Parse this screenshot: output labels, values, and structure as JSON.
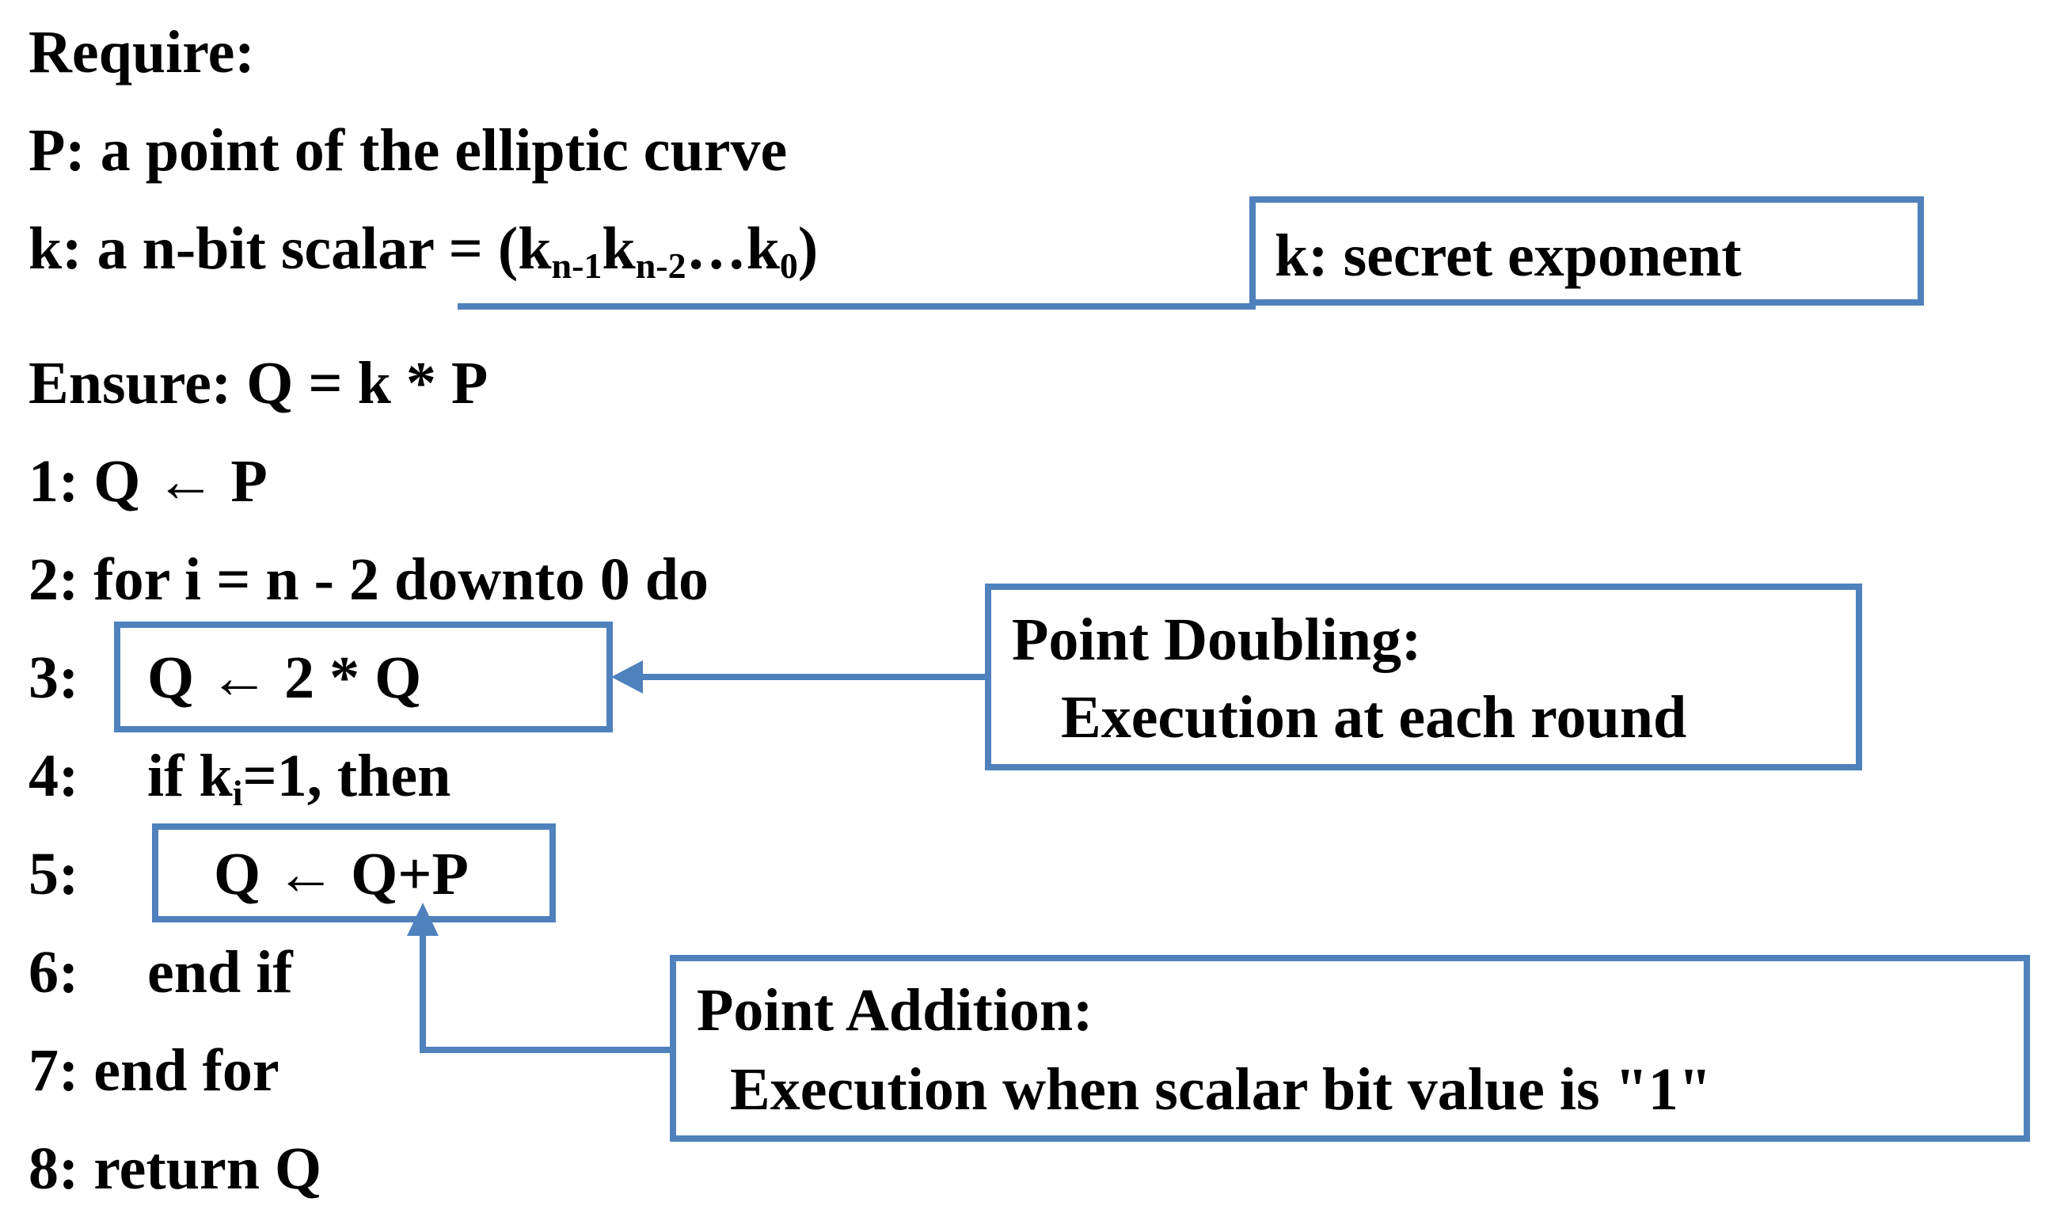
{
  "algorithm": {
    "require_label": "Require:",
    "p_line": "P: a point of the elliptic curve",
    "k_line": {
      "prefix": "k: a n-bit scalar = (k",
      "sub1": "n-1",
      "k2": "k",
      "sub2": "n-2",
      "dots": "…k",
      "sub3": "0",
      "suffix": ")"
    },
    "ensure_line": "Ensure: Q = k * P",
    "steps": {
      "s1": "1: Q ← P",
      "s2": "2: for i = n - 2 downto 0 do",
      "s3_num": "3:",
      "s3_body": "Q ←  2 * Q",
      "s4_num": "4:",
      "s4_body_prefix": "if k",
      "s4_body_sub": "i",
      "s4_body_suffix": "=1, then",
      "s5_num": "5:",
      "s5_body": "Q ← Q+P",
      "s6_num": "6:",
      "s6_body": "end if",
      "s7": "7: end for",
      "s8": "8: return Q"
    }
  },
  "callouts": {
    "secret": "k: secret exponent",
    "doubling_title": "Point Doubling:",
    "doubling_desc": "Execution at each round",
    "addition_title": "Point Addition:",
    "addition_desc": "Execution when scalar bit value is \"1\""
  },
  "colors": {
    "accent": "#4f81bd",
    "text": "#000000"
  }
}
